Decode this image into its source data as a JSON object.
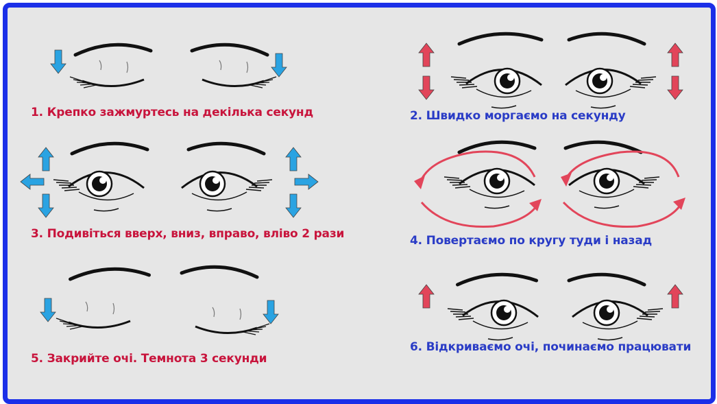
{
  "colors": {
    "border": "#1b2fe8",
    "background": "#e6e6e6",
    "caption_red": "#c8143c",
    "caption_blue": "#2a3cc6",
    "arrow_blue": "#2aa3e2",
    "arrow_red": "#e2455a"
  },
  "steps": [
    {
      "label": "1. Крепко зажмуртесь на декілька секунд"
    },
    {
      "label": "2. Швидко моргаємо на секунду"
    },
    {
      "label": "3. Подивіться вверх, вниз, вправо, вліво 2 рази"
    },
    {
      "label": "4. Повертаємо по кругу туди і назад"
    },
    {
      "label": "5. Закрийте очі. Темнота 3 секунди"
    },
    {
      "label": "6. Відкриваємо очі, починаємо працювати"
    }
  ]
}
